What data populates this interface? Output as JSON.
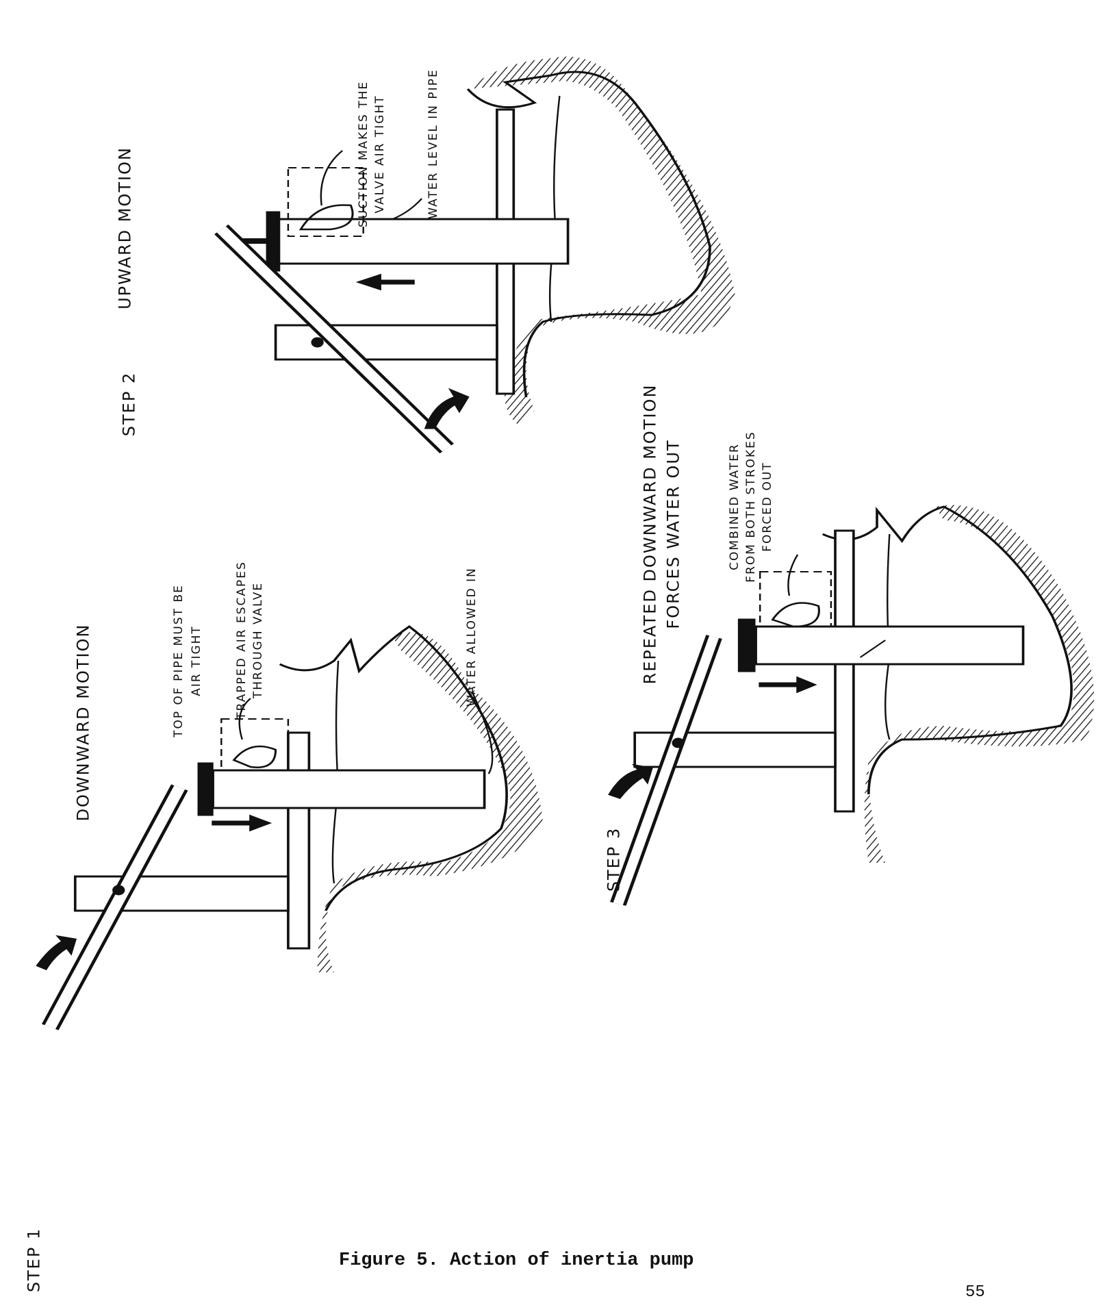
{
  "figure": {
    "caption": "Figure 5. Action of inertia pump",
    "page_number": "55"
  },
  "step1": {
    "step_label": "STEP 1",
    "title": "DOWNWARD MOTION",
    "notes": [
      "TOP OF PIPE MUST BE",
      "AIR TIGHT",
      "TRAPPED AIR ESCAPES",
      "THROUGH VALVE",
      "WATER ALLOWED IN"
    ]
  },
  "step2": {
    "step_label": "STEP 2",
    "title": "UPWARD MOTION",
    "notes": [
      "SUCTION MAKES THE",
      "VALVE AIR TIGHT",
      "WATER LEVEL IN PIPE"
    ]
  },
  "step3": {
    "step_label": "STEP 3",
    "title": [
      "REPEATED DOWNWARD MOTION",
      "FORCES WATER OUT"
    ],
    "notes": [
      "COMBINED WATER",
      "FROM BOTH STROKES",
      "FORCED OUT"
    ]
  }
}
